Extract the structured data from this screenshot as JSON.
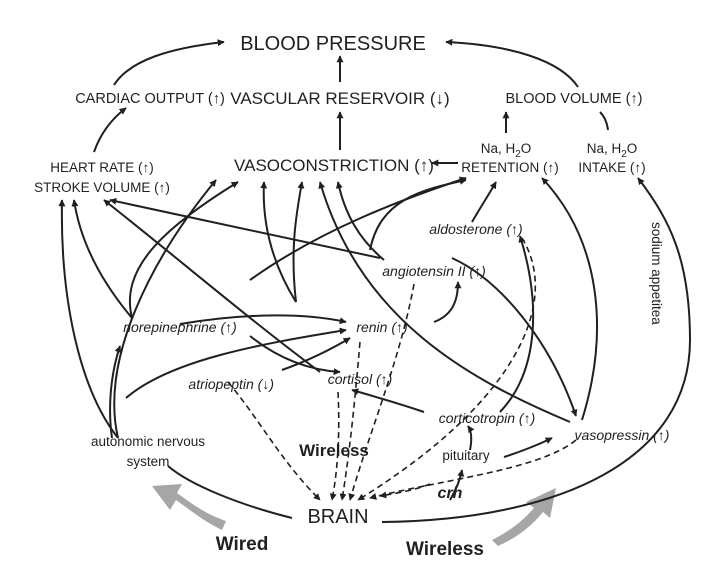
{
  "nodes": {
    "blood_pressure": "BLOOD PRESSURE",
    "cardiac_output": "CARDIAC OUTPUT (↑)",
    "vascular_reservoir": "VASCULAR RESERVOIR (↓)",
    "blood_volume": "BLOOD VOLUME (↑)",
    "heart_rate": "HEART RATE (↑)",
    "stroke_volume": "STROKE VOLUME (↑)",
    "vasoconstriction": "VASOCONSTRICTION (↑)",
    "retention_top": "Na, H",
    "retention_top_sub": "2",
    "retention_top_o": "O",
    "retention": "RETENTION (↑)",
    "intake_top": "Na, H",
    "intake_top_sub": "2",
    "intake_top_o": "O",
    "intake": "INTAKE (↑)",
    "aldosterone": "aldosterone (↑)",
    "angiotensin": "angiotensin II (↑)",
    "sodium_appetite": "sodium appetitea",
    "norepinephrine": "norepinephrine (↑)",
    "renin": "renin (↑)",
    "atriopeptin": "atriopeptin (↓)",
    "cortisol": "cortisol (↑)",
    "corticotropin": "corticotropin (↑)",
    "vasopressin": "vasopressin (↑)",
    "ans_line1": "autonomic nervous",
    "ans_line2": "system",
    "wireless_center": "Wireless",
    "pituitary": "pituitary",
    "crh": "crh",
    "brain": "BRAIN",
    "wired": "Wired",
    "wireless_bottom": "Wireless"
  }
}
